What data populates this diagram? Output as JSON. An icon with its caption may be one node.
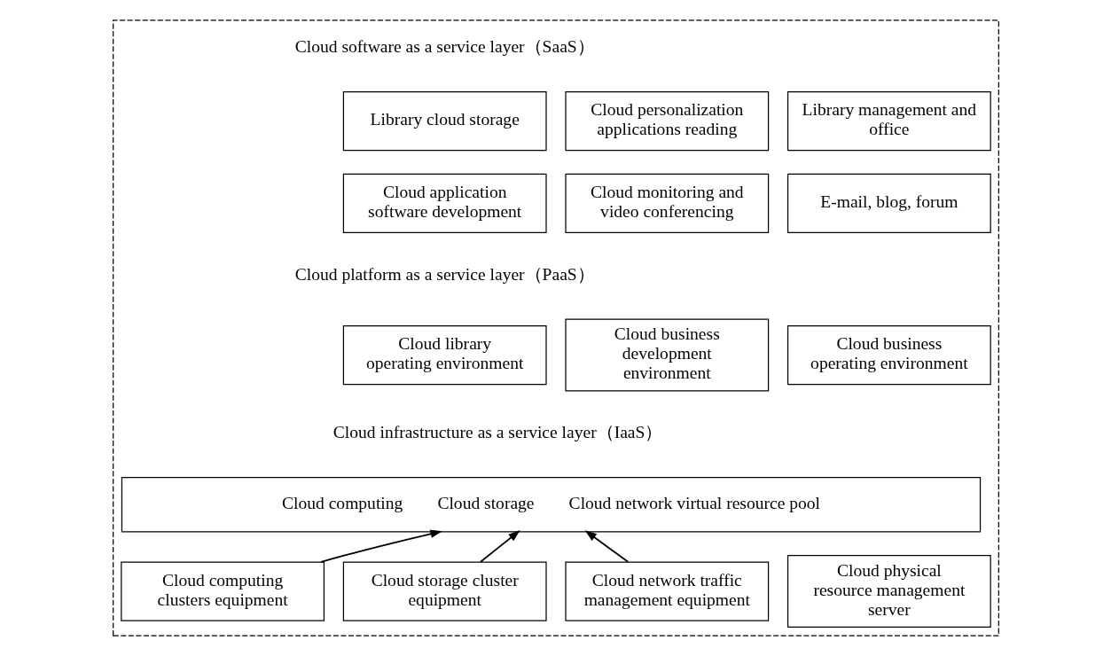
{
  "diagram": {
    "nodes": [
      {
        "text": [],
        "shape": "box"
      },
      {
        "text": [
          "Library cloud storage"
        ],
        "in": 0
      },
      {
        "text": [
          "Cloud personalization applications reading"
        ],
        "in": 0
      },
      {
        "text": [
          "Library management and office"
        ],
        "in": 0
      },
      {
        "text": [
          "Cloud application software development"
        ],
        "in": 0
      },
      {
        "text": [
          "Cloud monitoring and video conferencing"
        ],
        "in": 0
      },
      {
        "text": [
          "E-mail, blog, forum"
        ],
        "in": 0
      },
      {
        "text": [
          "Cloud library operating environment"
        ],
        "in": 0
      },
      {
        "text": [
          "Cloud business development environment"
        ],
        "in": 0
      },
      {
        "text": [
          "Cloud business operating environment"
        ],
        "in": 0
      },
      {
        "text": [
          "Cloud computing",
          "Cloud storage",
          "Cloud network virtual resource pool"
        ],
        "in": 0
      },
      {
        "text": [
          "Cloud computing clusters equipment"
        ],
        "in": 0
      },
      {
        "text": [
          "Cloud storage cluster equipment"
        ],
        "in": 0
      },
      {
        "text": [
          "Cloud network traffic management equipment"
        ],
        "in": 0
      },
      {
        "text": [
          "Cloud physical resource management server"
        ],
        "in": 0
      }
    ],
    "edges": [
      {
        "from": 11,
        "to": 10,
        "arrow": "to"
      },
      {
        "from": 12,
        "to": 10,
        "arrow": "to"
      },
      {
        "from": 13,
        "to": 10,
        "arrow": "to"
      }
    ],
    "labels": [
      "Cloud software as a service layer（SaaS）",
      "Cloud platform as a service layer（PaaS）",
      "Cloud infrastructure as a service layer（IaaS）"
    ]
  }
}
